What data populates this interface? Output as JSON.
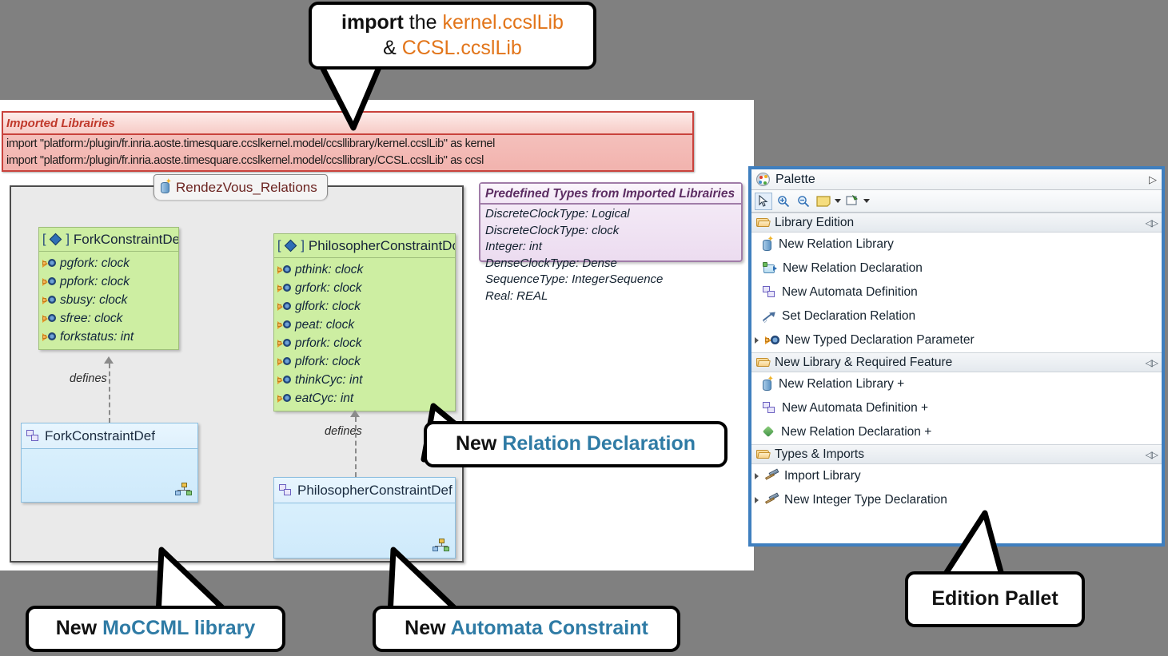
{
  "background_color": "#808080",
  "editor": {
    "imported_libraries": {
      "title": "Imported Librairies",
      "lines": [
        "import \"platform:/plugin/fr.inria.aoste.timesquare.ccslkernel.model/ccsllibrary/kernel.ccslLib\" as kernel",
        "import \"platform:/plugin/fr.inria.aoste.timesquare.ccslkernel.model/ccsllibrary/CCSL.ccslLib\" as ccsl"
      ],
      "border_color": "#c9423c",
      "title_color": "#c0392b"
    },
    "diagram": {
      "tab_label": "RendezVous_Relations",
      "tab_icon": "library-icon",
      "declarations": [
        {
          "name": "ForkConstraintDecl",
          "icon": "diamond-declaration-icon",
          "bracket_left": "[",
          "bracket_right": "]",
          "attributes": [
            "pgfork: clock",
            "ppfork: clock",
            "sbusy: clock",
            "sfree: clock",
            "forkstatus: int"
          ]
        },
        {
          "name": "PhilosopherConstraintDcl",
          "icon": "diamond-declaration-icon",
          "bracket_left": "[",
          "bracket_right": "]",
          "attributes": [
            "pthink: clock",
            "grfork: clock",
            "glfork: clock",
            "peat: clock",
            "prfork: clock",
            "plfork: clock",
            "thinkCyc: int",
            "eatCyc: int"
          ]
        }
      ],
      "definitions": [
        {
          "name": "ForkConstraintDef",
          "icon": "automata-definition-icon",
          "relation_label": "defines"
        },
        {
          "name": "PhilosopherConstraintDef",
          "icon": "automata-definition-icon",
          "relation_label": "defines"
        }
      ],
      "class_fill_color": "#cdeea2",
      "definition_fill_color": "#ddf2fd"
    },
    "predefined_types": {
      "title": "Predefined Types from Imported Librairies",
      "items": [
        "DiscreteClockType: Logical",
        "DiscreteClockType: clock",
        "Integer: int",
        "DenseClockType: Dense",
        "SequenceType: IntegerSequence",
        "Real: REAL"
      ],
      "border_color": "#a07ca8"
    }
  },
  "palette": {
    "title": "Palette",
    "title_icon": "palette-icon",
    "collapse_icon": "chevron-right-icon",
    "toolbar": [
      {
        "name": "select-tool",
        "icon": "cursor-icon",
        "selected": true
      },
      {
        "name": "zoom-in-tool",
        "icon": "zoom-in-icon",
        "selected": false
      },
      {
        "name": "zoom-out-tool",
        "icon": "zoom-out-icon",
        "selected": false
      },
      {
        "name": "note-tool",
        "icon": "note-icon",
        "selected": false,
        "has_dropdown": true
      },
      {
        "name": "attach-note-tool",
        "icon": "note-attachment-icon",
        "selected": false,
        "has_dropdown": true
      }
    ],
    "sections": [
      {
        "label": "Library Edition",
        "icon": "folder-icon",
        "pin_icon": "pin-icon",
        "items": [
          {
            "label": "New Relation Library",
            "icon": "library-icon",
            "expandable": false
          },
          {
            "label": "New Relation Declaration",
            "icon": "relation-declaration-icon",
            "expandable": false
          },
          {
            "label": "New Automata Definition",
            "icon": "automata-definition-icon",
            "expandable": false
          },
          {
            "label": "Set Declaration Relation",
            "icon": "set-relation-icon",
            "expandable": false
          },
          {
            "label": "New Typed Declaration Parameter",
            "icon": "typed-parameter-icon",
            "expandable": true
          }
        ]
      },
      {
        "label": "New Library & Required Feature",
        "icon": "folder-icon",
        "pin_icon": "pin-icon",
        "items": [
          {
            "label": "New Relation Library +",
            "icon": "library-icon",
            "expandable": false
          },
          {
            "label": "New Automata Definition +",
            "icon": "automata-definition-icon",
            "expandable": false
          },
          {
            "label": "New Relation Declaration +",
            "icon": "green-diamond-icon",
            "expandable": false
          }
        ]
      },
      {
        "label": "Types & Imports",
        "icon": "folder-icon",
        "pin_icon": "pin-icon",
        "items": [
          {
            "label": "Import Library",
            "icon": "hammer-icon",
            "expandable": true
          },
          {
            "label": "New Integer Type Declaration",
            "icon": "hammer-icon",
            "expandable": true
          }
        ]
      }
    ],
    "border_color": "#3f7fbf"
  },
  "callouts": [
    {
      "id": "import-callout",
      "line1_prefix": "import",
      "line1_mid": " the ",
      "line1_highlight": "kernel.ccslLib",
      "line2_prefix": "& ",
      "line2_highlight": "CCSL.ccslLib"
    },
    {
      "id": "relation-declaration-callout",
      "prefix": "New ",
      "highlight": "Relation Declaration"
    },
    {
      "id": "moccml-library-callout",
      "prefix": "New ",
      "highlight": "MoCCML library"
    },
    {
      "id": "automata-constraint-callout",
      "prefix": "New ",
      "highlight": "Automata Constraint"
    },
    {
      "id": "edition-pallet-callout",
      "text": "Edition Pallet"
    }
  ],
  "highlight_colors": {
    "orange": "#e2751a",
    "blue": "#2f7ba5"
  }
}
